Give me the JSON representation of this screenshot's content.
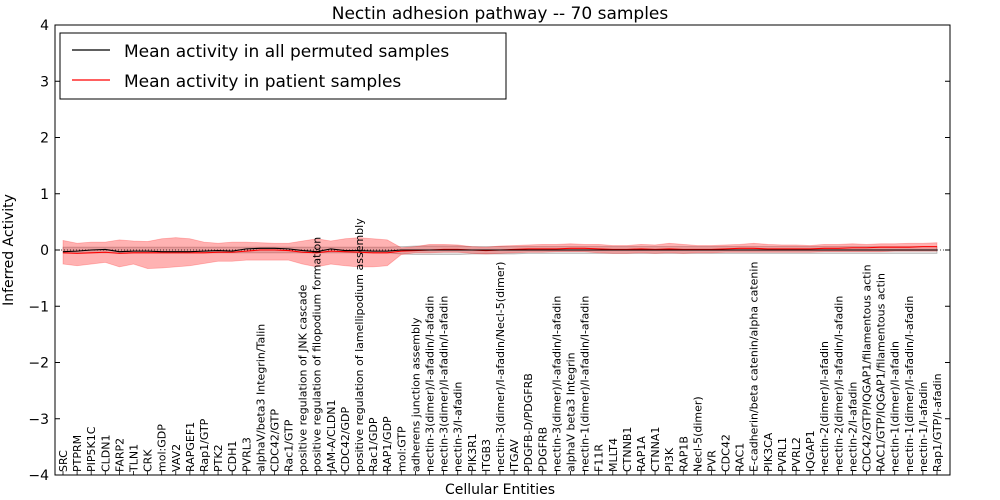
{
  "chart_data": {
    "type": "line",
    "title": "Nectin adhesion pathway -- 70 samples",
    "xlabel": "Cellular Entities",
    "ylabel": "Inferred Activity",
    "ylim": [
      -4,
      4
    ],
    "yticks": [
      4,
      3,
      2,
      1,
      0,
      -1,
      -2,
      -3,
      -4
    ],
    "grid": false,
    "legend_position": "top-left",
    "categories": [
      "SRC",
      "PTPRM",
      "PIP5K1C",
      "CLDN1",
      "FARP2",
      "TLN1",
      "CRK",
      "mol:GDP",
      "VAV2",
      "RAPGEF1",
      "Rap1/GTP",
      "PTK2",
      "CDH1",
      "PVRL3",
      "alphaV/beta3 Integrin/Talin",
      "CDC42/GTP",
      "Rac1/GTP",
      "positive regulation of JNK cascade",
      "positive regulation of filopodium formation",
      "JAM-A/CLDN1",
      "CDC42/GDP",
      "positive regulation of lamellipodium assembly",
      "Rac1/GDP",
      "RAP1/GDP",
      "mol:GTP",
      "adherens junction assembly",
      "nectin-3(dimer)/I-afadin/I-afadin",
      "nectin-3(dimer)/I-afadin/I-afadin",
      "nectin-3/I-afadin",
      "PIK3R1",
      "ITGB3",
      "nectin-3(dimer)/I-afadin/Necl-5(dimer)",
      "ITGAV",
      "PDGFB-D/PDGFRB",
      "PDGFRB",
      "nectin-3(dimer)/I-afadin/I-afadin",
      "alphaV beta3 Integrin",
      "nectin-1(dimer)/I-afadin/I-afadin",
      "F11R",
      "MLLT4",
      "CTNNB1",
      "RAP1A",
      "CTNNA1",
      "PI3K",
      "RAP1B",
      "Necl-5(dimer)",
      "PVR",
      "CDC42",
      "RAC1",
      "E-cadherin/beta catenin/alpha catenin",
      "PIK3CA",
      "PVRL1",
      "PVRL2",
      "IQGAP1",
      "nectin-2(dimer)/I-afadin",
      "nectin-2(dimer)/I-afadin/I-afadin",
      "nectin-2/I-afadin",
      "CDC42/GTP/IQGAP1/filamentous actin",
      "RAC1/GTP/IQGAP1/filamentous actin",
      "nectin-1(dimer)/I-afadin",
      "nectin-1(dimer)/I-afadin/I-afadin",
      "nectin-1/I-afadin",
      "Rap1/GTP/I-afadin"
    ],
    "series": [
      {
        "name": "Mean activity in all permuted samples",
        "color": "#000000",
        "values": [
          -0.03,
          -0.02,
          0.0,
          0.01,
          -0.03,
          -0.02,
          -0.02,
          -0.03,
          -0.03,
          -0.03,
          -0.02,
          -0.01,
          -0.02,
          0.02,
          0.03,
          0.03,
          0.02,
          -0.01,
          -0.03,
          0.02,
          -0.01,
          -0.01,
          -0.02,
          -0.02,
          0.0,
          0.0,
          0.0,
          0.0,
          0.0,
          0.0,
          0.0,
          0.0,
          0.0,
          0.0,
          0.0,
          0.0,
          0.0,
          0.0,
          0.0,
          0.0,
          0.0,
          0.0,
          0.0,
          0.0,
          0.0,
          0.0,
          0.0,
          0.0,
          0.0,
          0.0,
          0.0,
          0.0,
          0.0,
          0.0,
          0.0,
          0.0,
          0.0,
          0.0,
          0.0,
          0.0,
          0.0,
          0.0,
          0.0
        ],
        "band_low": [
          -0.05,
          -0.05,
          -0.05,
          -0.05,
          -0.05,
          -0.05,
          -0.05,
          -0.05,
          -0.05,
          -0.05,
          -0.05,
          -0.05,
          -0.05,
          -0.05,
          -0.05,
          -0.05,
          -0.05,
          -0.05,
          -0.05,
          -0.05,
          -0.05,
          -0.05,
          -0.05,
          -0.05,
          -0.07,
          -0.08,
          -0.08,
          -0.08,
          -0.08,
          -0.07,
          -0.07,
          -0.07,
          -0.07,
          -0.06,
          -0.06,
          -0.06,
          -0.06,
          -0.06,
          -0.06,
          -0.06,
          -0.06,
          -0.06,
          -0.06,
          -0.06,
          -0.06,
          -0.06,
          -0.06,
          -0.06,
          -0.06,
          -0.06,
          -0.06,
          -0.06,
          -0.06,
          -0.06,
          -0.06,
          -0.06,
          -0.06,
          -0.06,
          -0.06,
          -0.06,
          -0.06,
          -0.06,
          -0.06
        ],
        "band_high": [
          0.05,
          0.05,
          0.05,
          0.05,
          0.05,
          0.05,
          0.05,
          0.05,
          0.05,
          0.05,
          0.05,
          0.05,
          0.05,
          0.05,
          0.05,
          0.05,
          0.05,
          0.05,
          0.05,
          0.05,
          0.05,
          0.05,
          0.05,
          0.05,
          0.06,
          0.07,
          0.07,
          0.07,
          0.07,
          0.06,
          0.06,
          0.06,
          0.06,
          0.06,
          0.06,
          0.06,
          0.06,
          0.06,
          0.06,
          0.06,
          0.06,
          0.06,
          0.06,
          0.06,
          0.06,
          0.06,
          0.06,
          0.06,
          0.06,
          0.06,
          0.06,
          0.06,
          0.06,
          0.06,
          0.06,
          0.06,
          0.06,
          0.06,
          0.06,
          0.06,
          0.06,
          0.06,
          0.06
        ]
      },
      {
        "name": "Mean activity in patient samples",
        "color": "#ff0000",
        "values": [
          -0.05,
          -0.06,
          -0.05,
          -0.04,
          -0.06,
          -0.05,
          -0.05,
          -0.05,
          -0.05,
          -0.05,
          -0.05,
          -0.04,
          -0.04,
          -0.02,
          0.0,
          0.0,
          -0.01,
          -0.04,
          -0.05,
          -0.02,
          -0.03,
          -0.04,
          -0.05,
          -0.05,
          -0.02,
          -0.01,
          0.0,
          0.01,
          0.01,
          0.0,
          -0.01,
          0.0,
          0.01,
          0.02,
          0.02,
          0.02,
          0.03,
          0.03,
          0.02,
          0.01,
          0.01,
          0.02,
          0.01,
          0.02,
          0.01,
          0.01,
          0.01,
          0.02,
          0.03,
          0.03,
          0.02,
          0.02,
          0.02,
          0.02,
          0.03,
          0.03,
          0.04,
          0.04,
          0.05,
          0.05,
          0.05,
          0.06,
          0.06
        ],
        "band_low": [
          -0.25,
          -0.28,
          -0.25,
          -0.22,
          -0.3,
          -0.25,
          -0.33,
          -0.32,
          -0.3,
          -0.28,
          -0.24,
          -0.2,
          -0.2,
          -0.18,
          -0.18,
          -0.18,
          -0.18,
          -0.25,
          -0.3,
          -0.25,
          -0.28,
          -0.3,
          -0.3,
          -0.28,
          -0.08,
          -0.05,
          -0.05,
          -0.04,
          -0.04,
          -0.06,
          -0.07,
          -0.06,
          -0.05,
          -0.04,
          -0.04,
          -0.03,
          -0.03,
          -0.03,
          -0.05,
          -0.06,
          -0.06,
          -0.05,
          -0.06,
          -0.05,
          -0.06,
          -0.05,
          -0.05,
          -0.04,
          -0.04,
          -0.04,
          -0.04,
          -0.04,
          -0.04,
          -0.04,
          -0.03,
          -0.03,
          -0.03,
          -0.03,
          -0.03,
          -0.02,
          -0.02,
          -0.02,
          -0.02
        ],
        "band_high": [
          0.17,
          0.12,
          0.14,
          0.14,
          0.18,
          0.16,
          0.15,
          0.2,
          0.22,
          0.2,
          0.14,
          0.12,
          0.14,
          0.14,
          0.13,
          0.12,
          0.12,
          0.16,
          0.2,
          0.16,
          0.2,
          0.22,
          0.2,
          0.18,
          0.04,
          0.06,
          0.1,
          0.1,
          0.09,
          0.06,
          0.05,
          0.07,
          0.08,
          0.09,
          0.1,
          0.1,
          0.11,
          0.1,
          0.1,
          0.08,
          0.08,
          0.1,
          0.09,
          0.12,
          0.1,
          0.08,
          0.08,
          0.09,
          0.1,
          0.12,
          0.1,
          0.09,
          0.09,
          0.08,
          0.1,
          0.1,
          0.11,
          0.1,
          0.11,
          0.11,
          0.12,
          0.12,
          0.13
        ]
      }
    ]
  }
}
